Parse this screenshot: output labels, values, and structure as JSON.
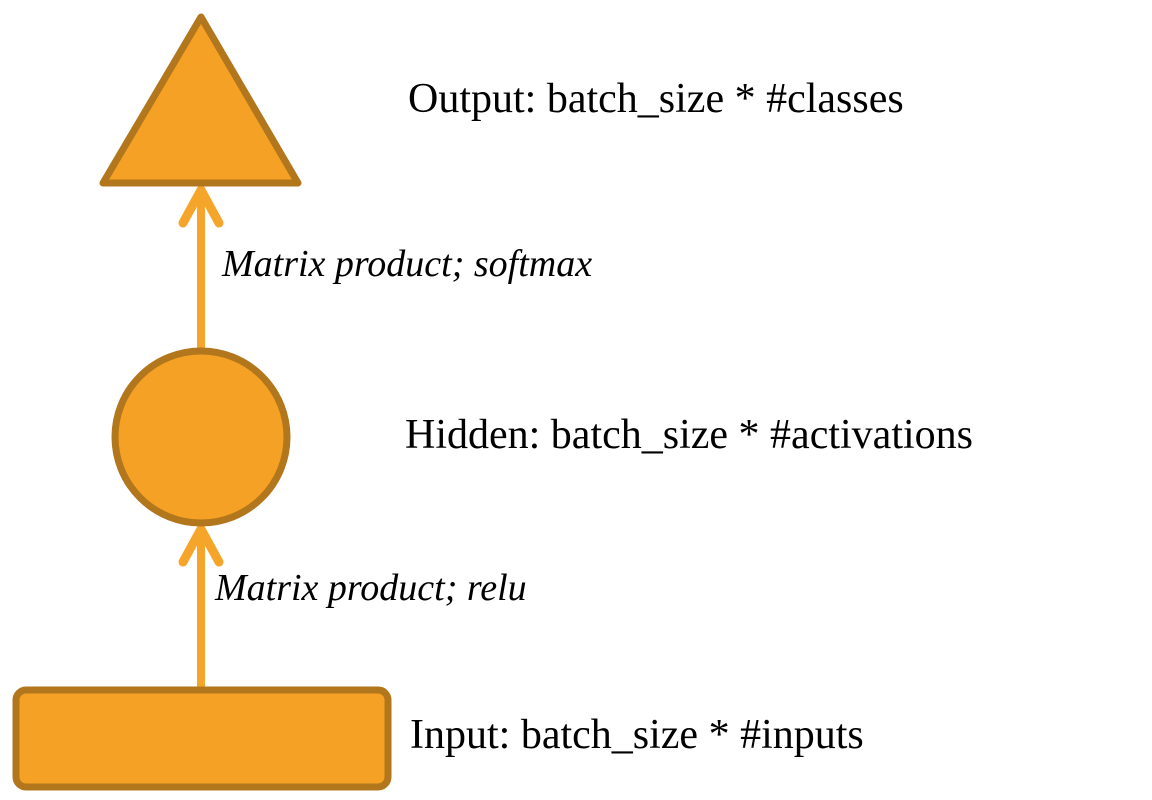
{
  "colors": {
    "shape_fill": "#F4A125",
    "shape_stroke": "#B2761C",
    "arrow": "#F6A52B",
    "text": "#000000"
  },
  "diagram": {
    "output_layer": {
      "label": "Output: batch_size * #classes",
      "shape": "triangle"
    },
    "softmax_edge": {
      "label": "Matrix product; softmax"
    },
    "hidden_layer": {
      "label": "Hidden: batch_size * #activations",
      "shape": "circle"
    },
    "relu_edge": {
      "label": "Matrix product; relu"
    },
    "input_layer": {
      "label": "Input: batch_size * #inputs",
      "shape": "rectangle"
    }
  }
}
